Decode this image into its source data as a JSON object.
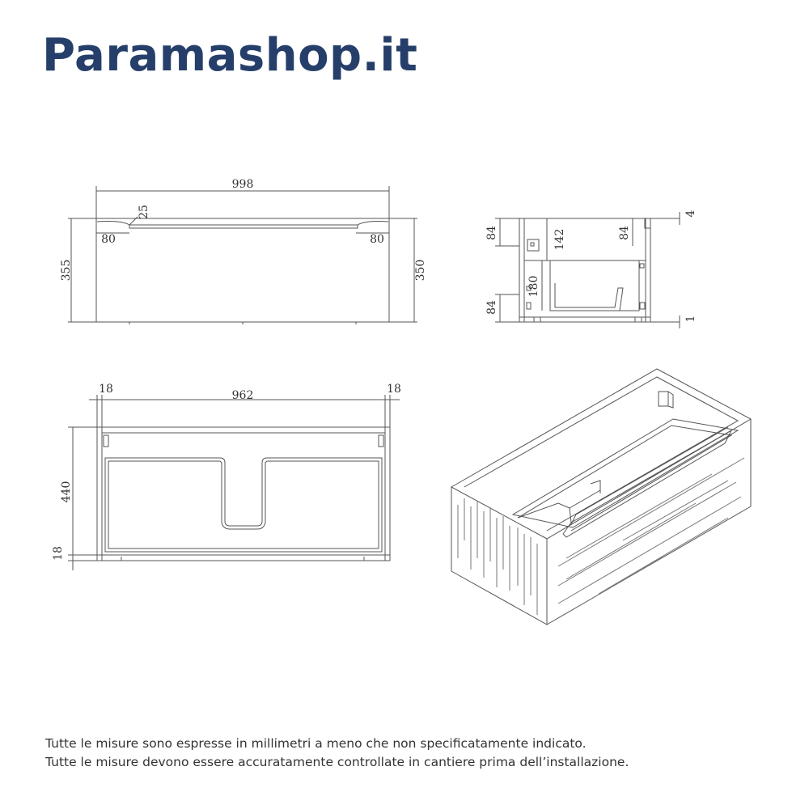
{
  "brand": {
    "name": "Paramashop.it"
  },
  "colors": {
    "brand": "#263f6a",
    "line": "#555555",
    "text": "#333333"
  },
  "front_view": {
    "width": "998",
    "height_left": "355",
    "height_right": "350",
    "top_gap": "25",
    "handle_left": "80",
    "handle_right": "80"
  },
  "side_view": {
    "top_left": "84",
    "top_mid": "142",
    "top_right": "84",
    "top_gap": "4",
    "mid": "180",
    "bottom_left": "84",
    "bottom_gap": "1"
  },
  "top_view": {
    "panel_left": "18",
    "inner_width": "962",
    "panel_right": "18",
    "depth": "440",
    "base": "18"
  },
  "notes": [
    "Tutte le misure sono espresse in millimetri a meno che non specificatamente indicato.",
    "Tutte le misure devono essere accuratamente controllate in cantiere prima dell’installazione."
  ]
}
